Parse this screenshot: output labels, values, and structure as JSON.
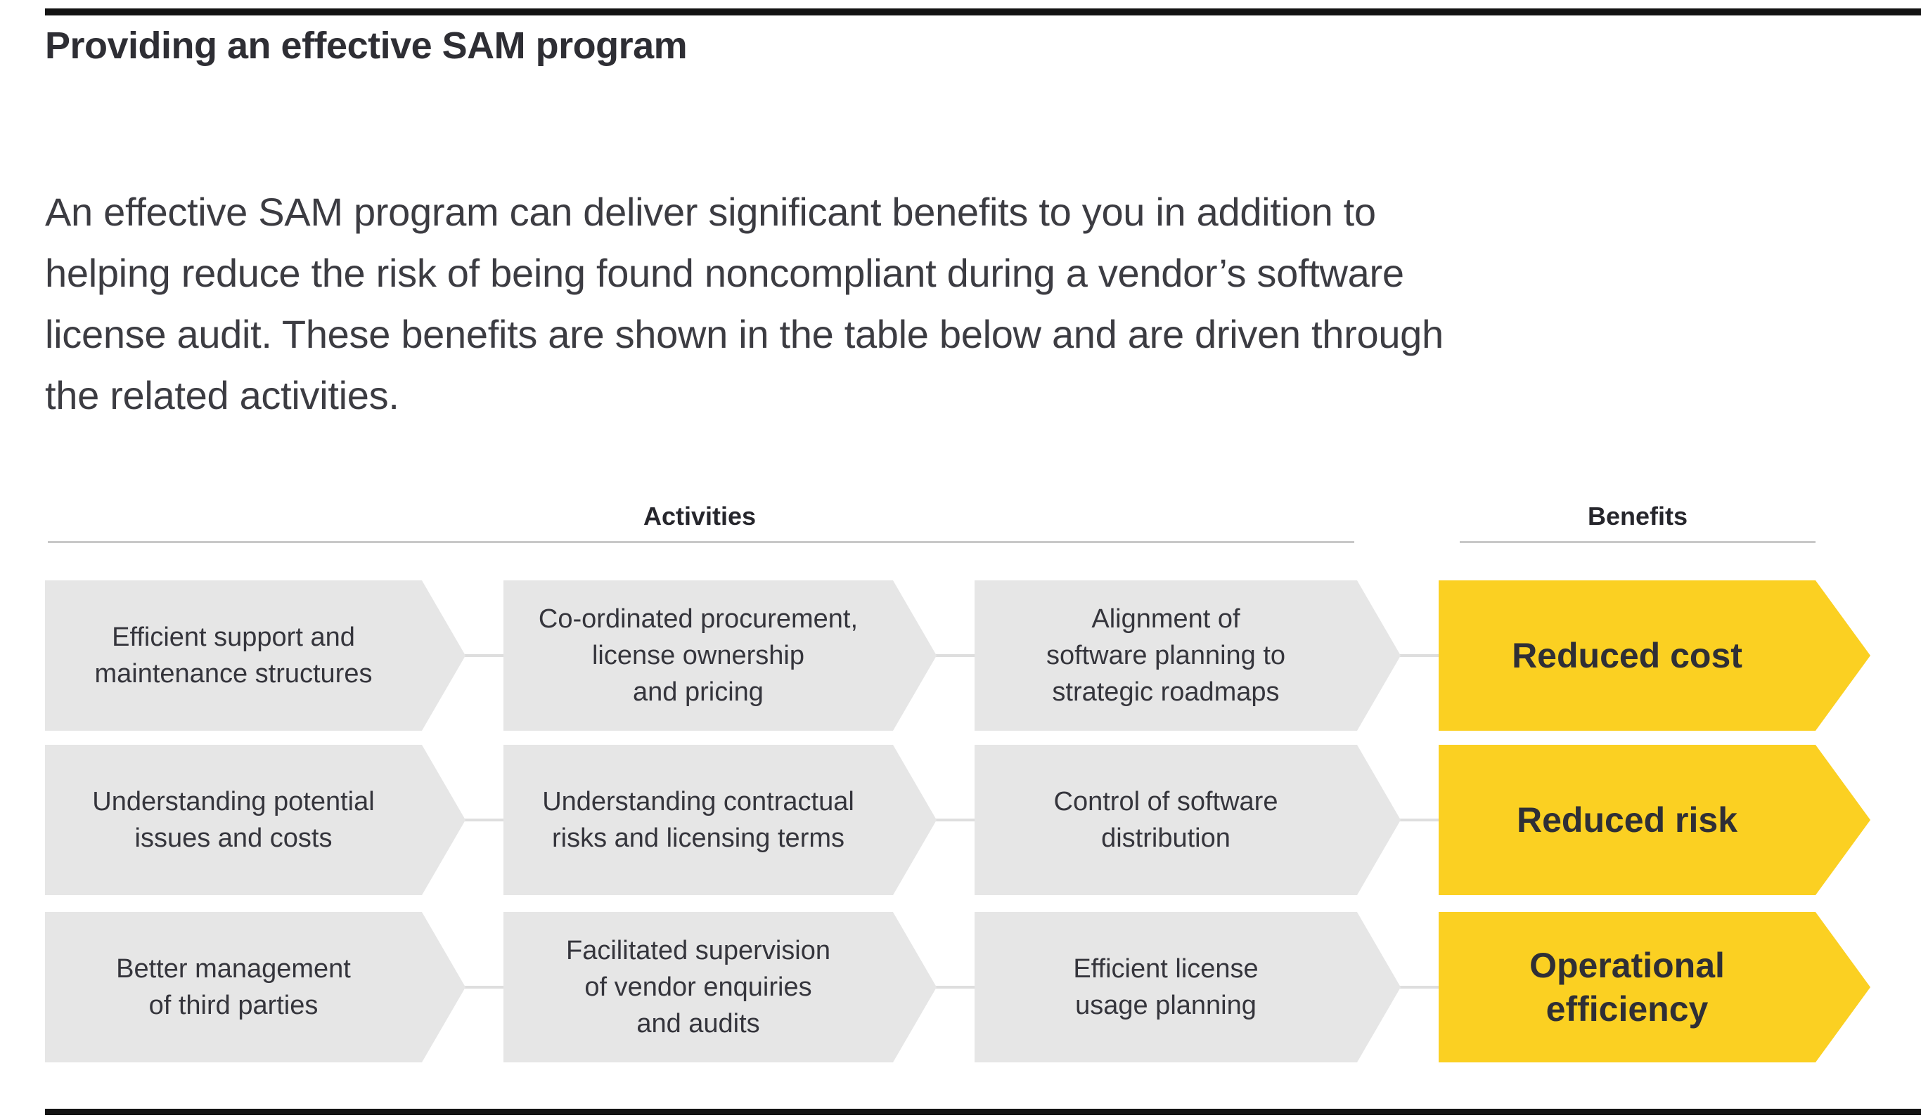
{
  "page": {
    "title": "Providing an effective SAM program",
    "intro_lines": [
      "An effective SAM program can deliver significant benefits to you in addition to",
      "helping reduce the risk of being found noncompliant during a vendor’s software",
      "license audit. These benefits are shown in the table below and are driven through",
      "the related activities."
    ],
    "column_headers": {
      "activities": "Activities",
      "benefits": "Benefits"
    }
  },
  "rows": [
    {
      "activities": [
        "Efficient support and\nmaintenance structures",
        "Co-ordinated procurement,\nlicense ownership\nand pricing",
        "Alignment of\nsoftware planning to\nstrategic roadmaps"
      ],
      "benefit": "Reduced cost"
    },
    {
      "activities": [
        "Understanding potential\nissues and costs",
        "Understanding contractual\nrisks and licensing terms",
        "Control of software\ndistribution"
      ],
      "benefit": "Reduced risk"
    },
    {
      "activities": [
        "Better management\nof third parties",
        "Facilitated supervision\nof vendor enquiries\nand audits",
        "Efficient license\nusage planning"
      ],
      "benefit": "Operational\nefficiency"
    }
  ],
  "colors": {
    "accent_yellow": "#FBD022",
    "box_gray": "#E6E6E6",
    "text_dark": "#35353C",
    "rule_black": "#131313",
    "header_rule_gray": "#C8C8C8",
    "connector_gray": "#DEDEDE"
  }
}
